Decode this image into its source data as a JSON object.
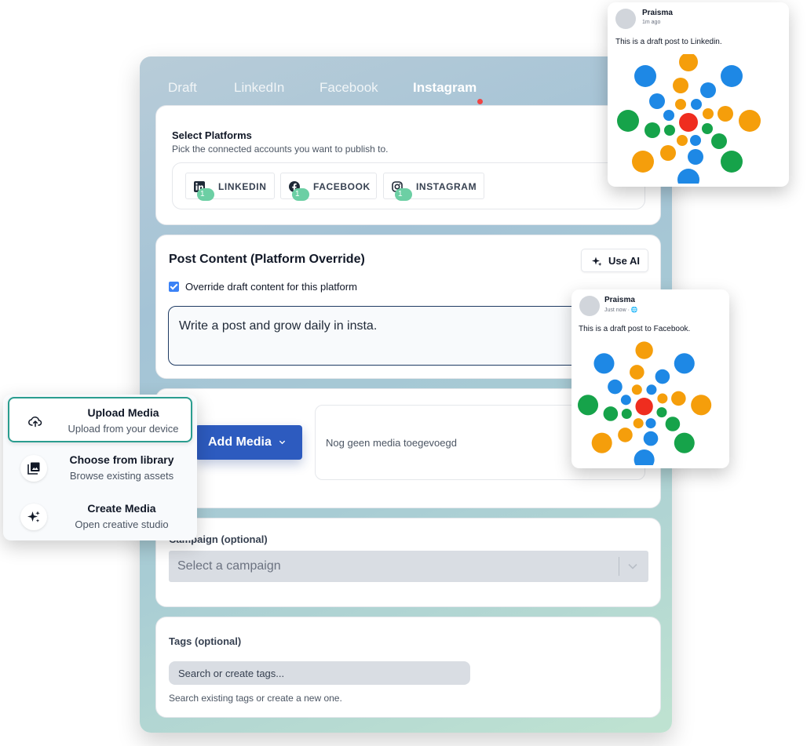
{
  "tabs": [
    {
      "label": "Draft",
      "active": false
    },
    {
      "label": "LinkedIn",
      "active": false
    },
    {
      "label": "Facebook",
      "active": false
    },
    {
      "label": "Instagram",
      "active": true
    }
  ],
  "platforms": {
    "title": "Select Platforms",
    "subtitle": "Pick the connected accounts you want to publish to.",
    "chips": [
      {
        "label": "LINKEDIN",
        "icon": "linkedin-icon",
        "count": "1"
      },
      {
        "label": "FACEBOOK",
        "icon": "facebook-icon",
        "count": "1"
      },
      {
        "label": "INSTAGRAM",
        "icon": "instagram-icon",
        "count": "1"
      }
    ]
  },
  "content": {
    "title": "Post Content (Platform Override)",
    "use_ai_label": "Use AI",
    "override_label": "Override draft content for this platform",
    "override_checked": true,
    "text": "Write a post and grow daily in insta."
  },
  "media": {
    "add_label": "Add Media",
    "empty_text": "Nog geen media toegevoegd",
    "menu": [
      {
        "title": "Upload Media",
        "subtitle": "Upload from your device",
        "icon": "cloud-upload-icon",
        "selected": true
      },
      {
        "title": "Choose from library",
        "subtitle": "Browse existing assets",
        "icon": "image-library-icon",
        "selected": false
      },
      {
        "title": "Create Media",
        "subtitle": "Open creative studio",
        "icon": "sparkles-icon",
        "selected": false
      }
    ]
  },
  "campaign": {
    "label": "Campaign (optional)",
    "placeholder": "Select a campaign"
  },
  "tags": {
    "label": "Tags (optional)",
    "placeholder": "Search or create tags...",
    "help": "Search existing tags or create a new one."
  },
  "previews": {
    "linkedin": {
      "name": "Praisma",
      "time": "1m ago",
      "text": "This is a draft post to Linkedin."
    },
    "facebook": {
      "name": "Praisma",
      "time": "Just now · 🌐",
      "text": "This is a draft post to Facebook."
    }
  },
  "colors": {
    "accent": "#2d5bbf",
    "badge": "#6ccfa4",
    "tab_dot": "#ef4444",
    "menu_selected_border": "#2a9d8f",
    "art_blue": "#1e88e5",
    "art_orange": "#f59e0b",
    "art_green": "#16a34a",
    "art_red": "#ef2d1f"
  }
}
